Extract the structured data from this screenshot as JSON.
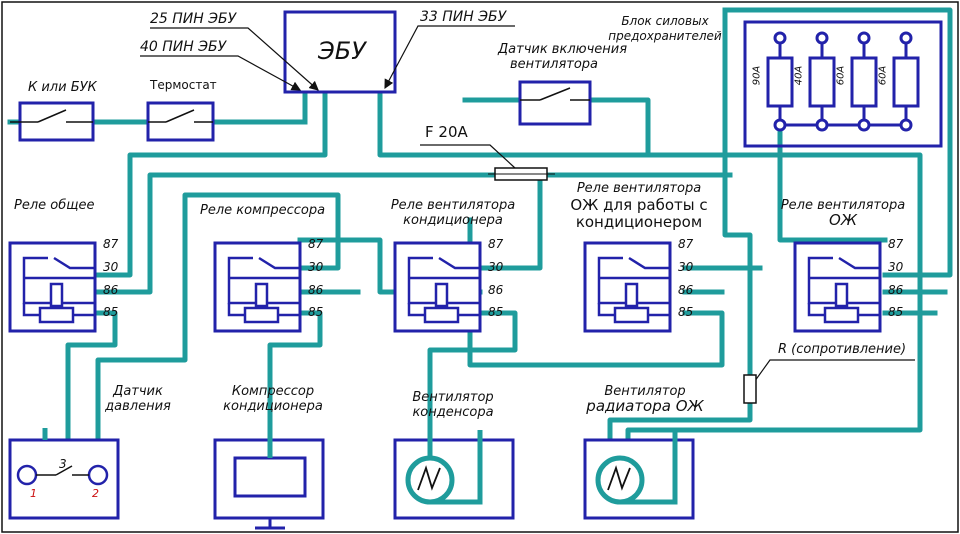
{
  "ecu": {
    "label": "ЭБУ",
    "pin25": "25 ПИН ЭБУ",
    "pin40": "40 ПИН ЭБУ",
    "pin33": "33 ПИН ЭБУ"
  },
  "ignition": {
    "label": "К или БУК"
  },
  "thermostat": {
    "label": "Термостат"
  },
  "fan_sensor": {
    "label_line1": "Датчик включения",
    "label_line2": "вентилятора"
  },
  "fuse_block": {
    "label_line1": "Блок силовых",
    "label_line2": "предохранителей",
    "fuses": [
      "90А",
      "40А",
      "60А",
      "60А"
    ]
  },
  "fuse_f20": {
    "label": "F 20A"
  },
  "relays": [
    {
      "line1": "Реле общее",
      "line2": ""
    },
    {
      "line1": "Реле компрессора",
      "line2": ""
    },
    {
      "line1": "Реле вентилятора",
      "line2": "кондиционера"
    },
    {
      "line1": "Реле вентилятора",
      "line2": "ОЖ для работы с",
      "line3": "кондиционером"
    },
    {
      "line1": "Реле вентилятора",
      "line2": "ОЖ"
    }
  ],
  "relay_pins": [
    "87",
    "30",
    "86",
    "85"
  ],
  "pressure_sensor": {
    "line1": "Датчик",
    "line2": "давления",
    "pins": [
      "1",
      "2",
      "3"
    ]
  },
  "compressor": {
    "line1": "Компрессор",
    "line2": "кондиционера"
  },
  "condenser_fan": {
    "line1": "Вентилятор",
    "line2": "конденсора"
  },
  "radiator_fan": {
    "line1": "Вентилятор",
    "line2": "радиатора ОЖ"
  },
  "resistor": {
    "label": "R (сопротивление)"
  },
  "colors": {
    "wire": "#1f9c9c",
    "frame": "#2222aa",
    "stroke": "#111111",
    "pin_red": "#cc1111"
  }
}
